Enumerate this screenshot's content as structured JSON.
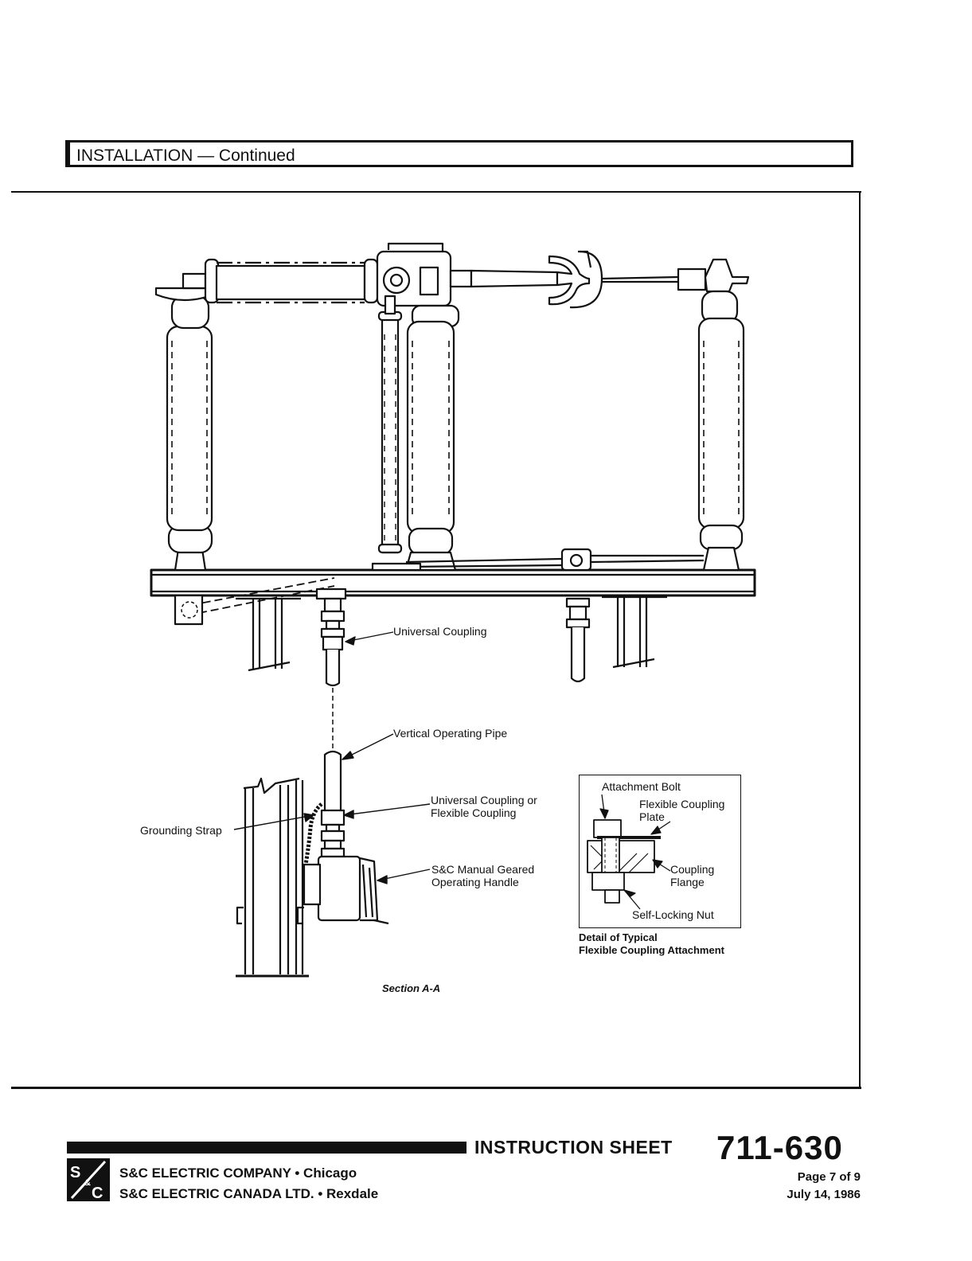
{
  "section": {
    "title": "INSTALLATION — Continued"
  },
  "figure": {
    "labels": {
      "universal_coupling": "Universal Coupling",
      "vertical_pipe": "Vertical Operating Pipe",
      "coupling_or_flexible_line1": "Universal Coupling or",
      "coupling_or_flexible_line2": "Flexible Coupling",
      "grounding_strap": "Grounding Strap",
      "handle_line1": "S&C Manual Geared",
      "handle_line2": "Operating Handle",
      "section_caption": "Section A-A"
    },
    "detail": {
      "attachment_bolt": "Attachment Bolt",
      "plate_line1": "Flexible Coupling",
      "plate_line2": "Plate",
      "flange_line1": "Coupling",
      "flange_line2": "Flange",
      "nut": "Self-Locking Nut",
      "caption_line1": "Detail of Typical",
      "caption_line2": "Flexible Coupling Attachment"
    }
  },
  "footer": {
    "sheet_label": "INSTRUCTION SHEET",
    "sheet_number": "711-630",
    "page": "Page 7 of 9",
    "date": "July 14, 1986",
    "company_line1": "S&C ELECTRIC COMPANY • Chicago",
    "company_line2": "S&C ELECTRIC CANADA LTD. • Rexdale",
    "logo_text": "S&C"
  }
}
